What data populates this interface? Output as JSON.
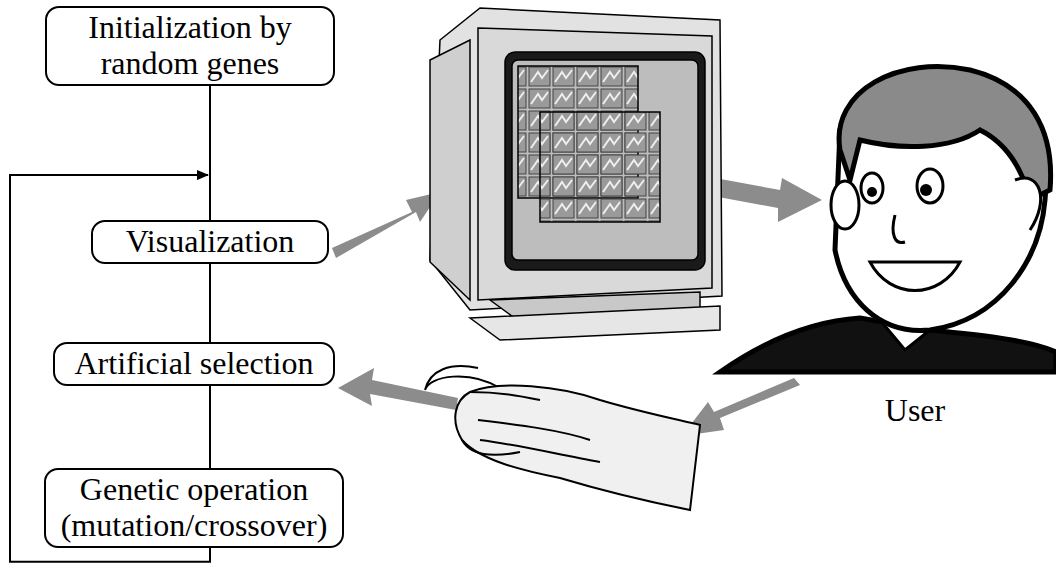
{
  "diagram": {
    "nodes": [
      {
        "text": [
          "Initialization by random genes"
        ]
      },
      {
        "text": [
          "Visualization"
        ]
      },
      {
        "text": [
          "Artificial selection"
        ]
      },
      {
        "text": [
          "Genetic operation (mutation/crossover)"
        ]
      }
    ],
    "edges": [
      {
        "from": 0,
        "to": 1,
        "arrow": "none"
      },
      {
        "from": 1,
        "to": 2,
        "arrow": "none"
      },
      {
        "from": 2,
        "to": 3,
        "arrow": "none"
      },
      {
        "from": 3,
        "to": 1,
        "arrow": "to"
      }
    ],
    "labels": [
      "User"
    ]
  }
}
